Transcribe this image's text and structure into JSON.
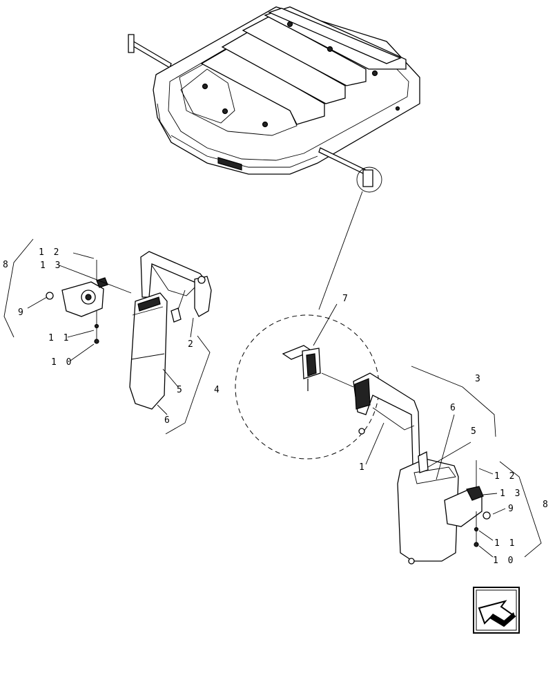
{
  "callouts": [
    {
      "id": "c8l",
      "text": "8"
    },
    {
      "id": "c12l",
      "text": "1 2"
    },
    {
      "id": "c13l",
      "text": "1 3"
    },
    {
      "id": "c9l",
      "text": "9"
    },
    {
      "id": "c11l",
      "text": "1 1"
    },
    {
      "id": "c10l",
      "text": "1 0"
    },
    {
      "id": "c2",
      "text": "2"
    },
    {
      "id": "c4",
      "text": "4"
    },
    {
      "id": "c5l",
      "text": "5"
    },
    {
      "id": "c6l",
      "text": "6"
    },
    {
      "id": "c7",
      "text": "7"
    },
    {
      "id": "c3",
      "text": "3"
    },
    {
      "id": "c6r",
      "text": "6"
    },
    {
      "id": "c5r",
      "text": "5"
    },
    {
      "id": "c1",
      "text": "1"
    },
    {
      "id": "c12r",
      "text": "1 2"
    },
    {
      "id": "c13r",
      "text": "1 3"
    },
    {
      "id": "c9r",
      "text": "9"
    },
    {
      "id": "c11r",
      "text": "1 1"
    },
    {
      "id": "c10r",
      "text": "1 0"
    },
    {
      "id": "c8r",
      "text": "8"
    }
  ],
  "icons": {
    "nav": "arrow-down-left-icon"
  }
}
